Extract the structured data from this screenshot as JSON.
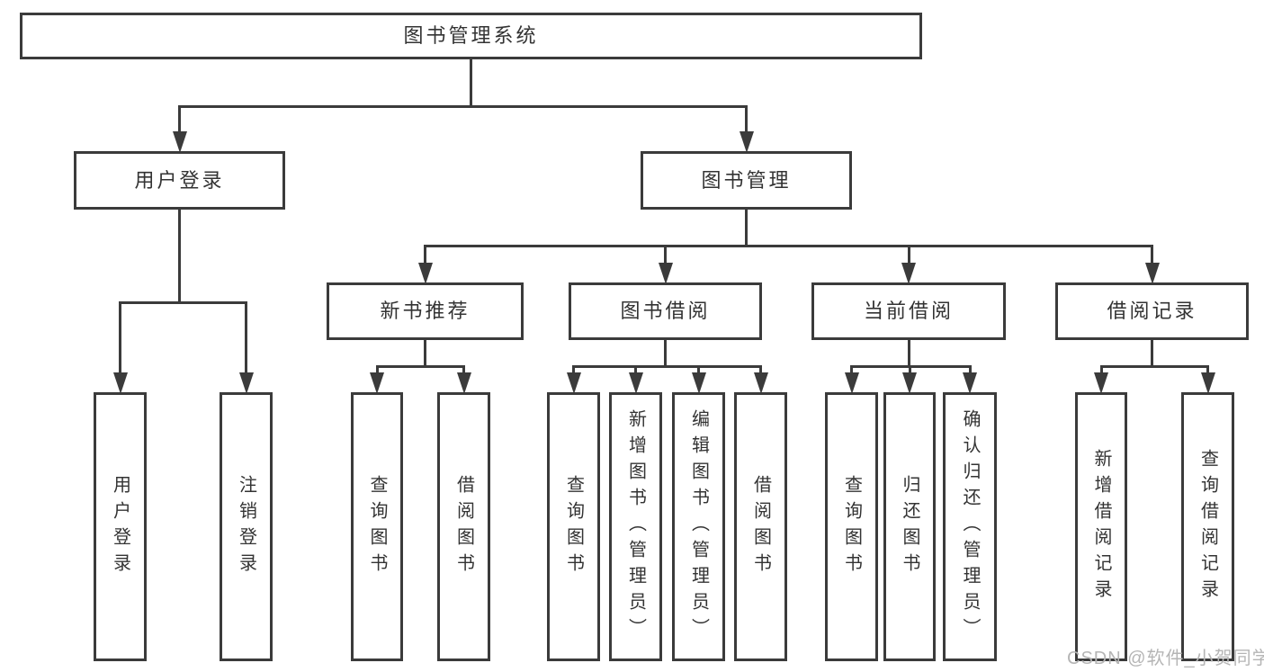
{
  "diagram": {
    "watermark": "CSDN @软件_小贺同学",
    "colors": {
      "background": "#ffffff",
      "line": "#3b3b3b",
      "box_fill": "#ffffff",
      "text": "#333333",
      "watermark": "#b5b5b5"
    },
    "nodes": [
      {
        "id": "root",
        "label": "图书管理系统",
        "parent": null
      },
      {
        "id": "user-login",
        "label": "用户登录",
        "parent": "root"
      },
      {
        "id": "book-management",
        "label": "图书管理",
        "parent": "root"
      },
      {
        "id": "new-book-recommend",
        "label": "新书推荐",
        "parent": "book-management"
      },
      {
        "id": "book-borrowing",
        "label": "图书借阅",
        "parent": "book-management"
      },
      {
        "id": "current-borrowing",
        "label": "当前借阅",
        "parent": "book-management"
      },
      {
        "id": "borrowing-records",
        "label": "借阅记录",
        "parent": "book-management"
      },
      {
        "id": "user-login-action",
        "label": "用户登录",
        "parent": "user-login"
      },
      {
        "id": "logout-action",
        "label": "注销登录",
        "parent": "user-login"
      },
      {
        "id": "recommend-query-books",
        "label": "查询图书",
        "parent": "new-book-recommend"
      },
      {
        "id": "recommend-borrow-books",
        "label": "借阅图书",
        "parent": "new-book-recommend"
      },
      {
        "id": "borrowing-query-books",
        "label": "查询图书",
        "parent": "book-borrowing"
      },
      {
        "id": "borrowing-add-books",
        "label": "新增图书（管理员）",
        "parent": "book-borrowing"
      },
      {
        "id": "borrowing-edit-books",
        "label": "编辑图书（管理员）",
        "parent": "book-borrowing"
      },
      {
        "id": "borrowing-borrow-books",
        "label": "借阅图书",
        "parent": "book-borrowing"
      },
      {
        "id": "current-query-books",
        "label": "查询图书",
        "parent": "current-borrowing"
      },
      {
        "id": "current-return-books",
        "label": "归还图书",
        "parent": "current-borrowing"
      },
      {
        "id": "current-confirm-return",
        "label": "确认归还（管理员）",
        "parent": "current-borrowing"
      },
      {
        "id": "records-add-record",
        "label": "新增借阅记录",
        "parent": "borrowing-records"
      },
      {
        "id": "records-query-record",
        "label": "查询借阅记录",
        "parent": "borrowing-records"
      }
    ]
  }
}
